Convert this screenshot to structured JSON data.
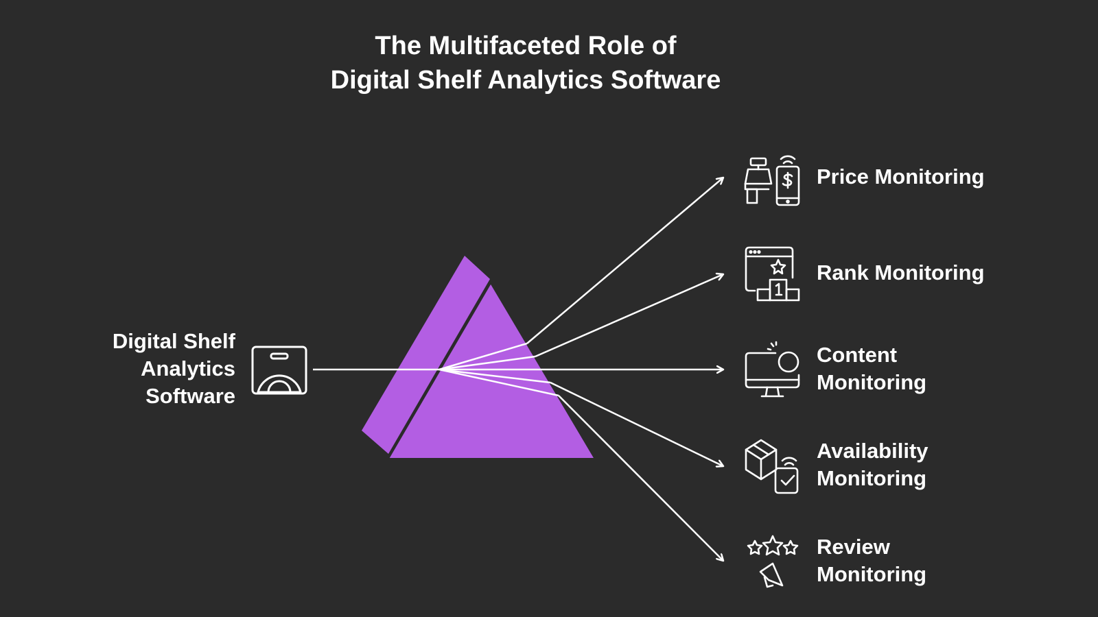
{
  "title": {
    "line1": "The Multifaceted Role of",
    "line2": "Digital Shelf Analytics Software"
  },
  "colors": {
    "background": "#2b2b2b",
    "prism": "#b35ee3",
    "line": "#ffffff",
    "text": "#ffffff"
  },
  "source": {
    "icon": "analytics-dashboard-icon",
    "label_lines": [
      "Digital Shelf",
      "Analytics",
      "Software"
    ]
  },
  "outputs": [
    {
      "icon": "cash-register-phone-icon",
      "label_lines": [
        "Price Monitoring"
      ]
    },
    {
      "icon": "browser-ranking-podium-icon",
      "label_lines": [
        "Rank Monitoring"
      ]
    },
    {
      "icon": "monitor-content-icon",
      "label_lines": [
        "Content",
        "Monitoring"
      ]
    },
    {
      "icon": "box-phone-check-icon",
      "label_lines": [
        "Availability",
        "Monitoring"
      ]
    },
    {
      "icon": "stars-megaphone-icon",
      "label_lines": [
        "Review",
        "Monitoring"
      ]
    }
  ]
}
